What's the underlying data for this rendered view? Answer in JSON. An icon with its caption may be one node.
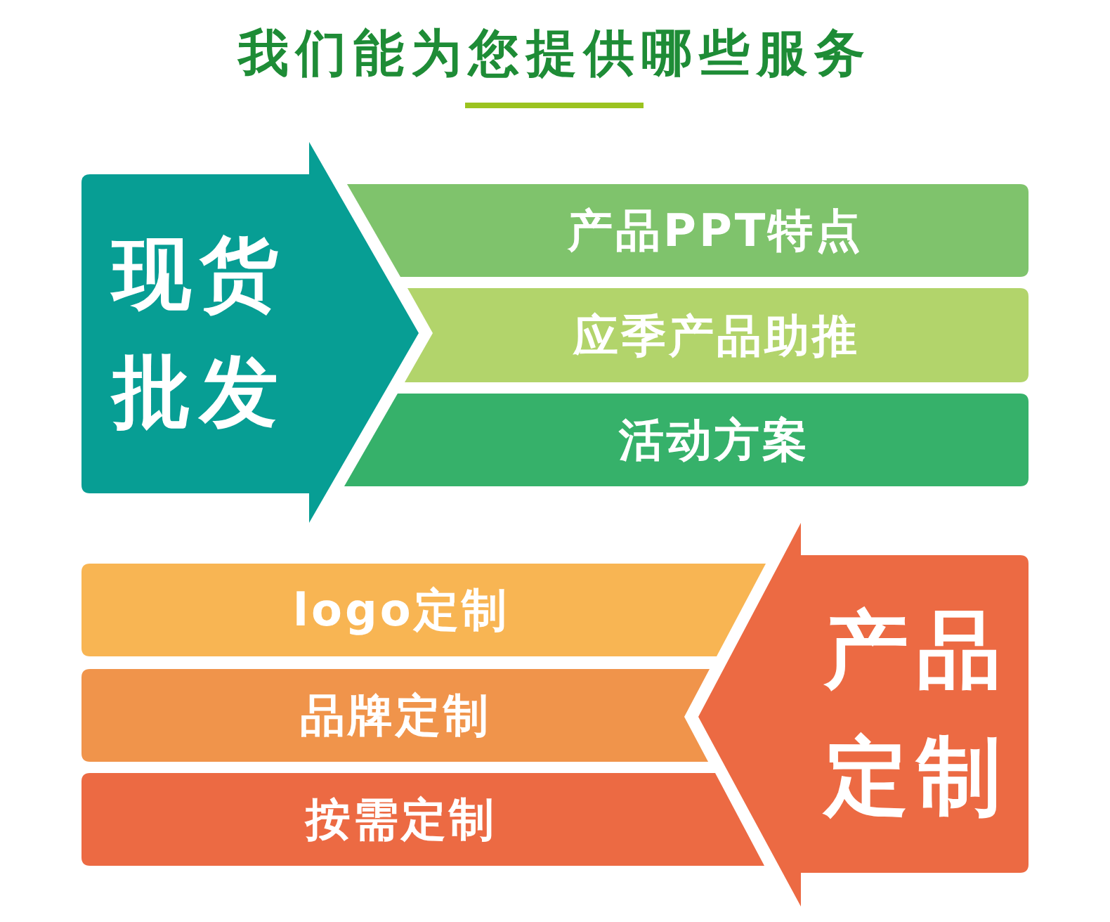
{
  "diagram": {
    "title": "我们能为您提供哪些服务",
    "nodes": [
      {
        "text": [
          "现货批发"
        ]
      },
      {
        "text": [
          "产品PPT特点"
        ]
      },
      {
        "text": [
          "应季产品助推"
        ]
      },
      {
        "text": [
          "活动方案"
        ]
      },
      {
        "text": [
          "产品定制"
        ]
      },
      {
        "text": [
          "logo定制"
        ]
      },
      {
        "text": [
          "品牌定制"
        ]
      },
      {
        "text": [
          "按需定制"
        ]
      }
    ]
  }
}
